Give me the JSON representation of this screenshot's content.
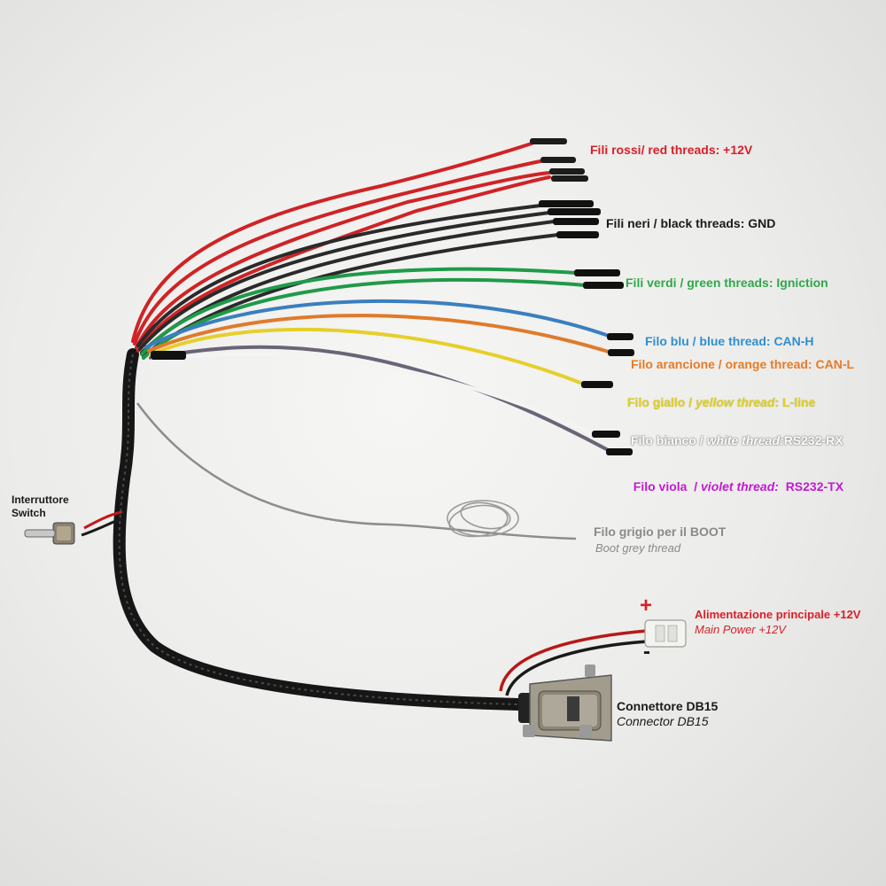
{
  "labels": {
    "red": {
      "text": "Fili rossi/ red threads: +12V",
      "color": "#d8202a"
    },
    "black": {
      "text": "Fili neri / black threads: GND",
      "color": "#1a1a1a"
    },
    "green": {
      "text": "Fili verdi / green threads: Igniction",
      "color": "#2fa84a"
    },
    "blue": {
      "text": "Filo blu / blue thread: CAN-H",
      "color": "#2f8fd0"
    },
    "orange": {
      "text": "Filo arancione / orange thread: CAN-L",
      "color": "#e87a26"
    },
    "yellow": {
      "prefix": "Filo giallo / ",
      "italic": "yellow thread",
      "suffix": ": L-line",
      "color": "#e2d21a"
    },
    "white": {
      "prefix": "Filo bianco / ",
      "italic": "white thread:",
      "suffix": "RS232-RX",
      "color": "#ffffff"
    },
    "violet": {
      "prefix": "Filo viola  / ",
      "italic": "violet thread:",
      "suffix": "  RS232-TX",
      "color": "#c21bd0"
    },
    "grey": {
      "line1": "Filo grigio per il BOOT",
      "line2": "Boot grey thread",
      "color": "#8a8a8a"
    },
    "power": {
      "line1": "Alimentazione principale +12V",
      "line2": "Main Power +12V",
      "color": "#d8202a",
      "plus": "+",
      "minus": "-"
    },
    "db15": {
      "line1": "Connettore DB15",
      "line2": "Connector DB15",
      "color": "#1a1a1a"
    },
    "switch": {
      "line1": "Interruttore",
      "line2": "Switch",
      "color": "#1a1a1a"
    }
  }
}
